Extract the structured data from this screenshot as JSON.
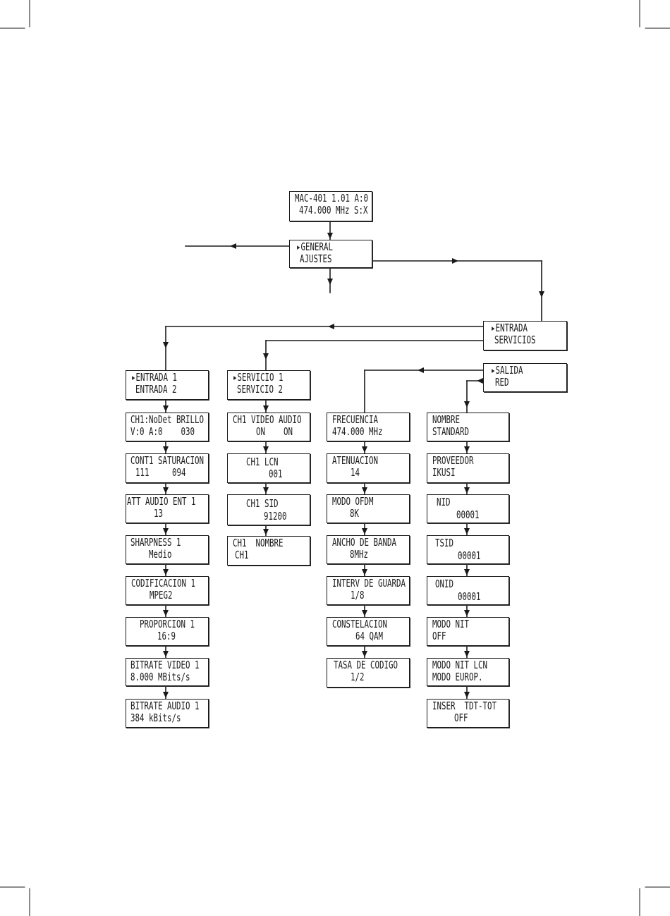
{
  "menu": {
    "root": {
      "line1": "MAC-401 1.01 A:0",
      "line2": "474.000 MHz S:X"
    },
    "general": {
      "line1": "▸GENERAL",
      "line2": "AJUSTES"
    },
    "entrada_servicios": {
      "line1": "▸ENTRADA",
      "line2": "SERVICIOS"
    },
    "salida_red": {
      "line1": "▸SALIDA",
      "line2": "RED"
    }
  },
  "entrada": [
    {
      "line1": "▸ENTRADA 1",
      "line2": "ENTRADA 2"
    },
    {
      "line1": "CH1:NoDet BRILLO",
      "line2": "V:0 A:0    030"
    },
    {
      "line1": "CONT1 SATURACION",
      "line2": "111     094"
    },
    {
      "line1": "ATT AUDIO ENT 1",
      "line2": "13"
    },
    {
      "line1": "SHARPNESS 1",
      "line2": "Medio"
    },
    {
      "line1": "CODIFICACION 1",
      "line2": "MPEG2"
    },
    {
      "line1": "PROPORCION 1",
      "line2": "16:9"
    },
    {
      "line1": "BITRATE VIDEO 1",
      "line2": "8.000 MBits/s"
    },
    {
      "line1": "BITRATE AUDIO 1",
      "line2": "384 kBits/s"
    }
  ],
  "servicio": [
    {
      "line1": "▸SERVICIO 1",
      "line2": "SERVICIO 2"
    },
    {
      "line1": "CH1 VIDEO AUDIO",
      "line2": "ON    ON"
    },
    {
      "line1": "CH1 LCN",
      "line2": "001"
    },
    {
      "line1": "CH1 SID",
      "line2": "91200"
    },
    {
      "line1": "CH1  NOMBRE",
      "line2": "CH1"
    }
  ],
  "salida": [
    {
      "line1": "FRECUENCIA",
      "line2": "474.000 MHz"
    },
    {
      "line1": "ATENUACION",
      "line2": "14"
    },
    {
      "line1": "MODO OFDM",
      "line2": "8K"
    },
    {
      "line1": "ANCHO DE BANDA",
      "line2": "8MHz"
    },
    {
      "line1": "INTERV DE GUARDA",
      "line2": "1/8"
    },
    {
      "line1": "CONSTELACION",
      "line2": "64 QAM"
    },
    {
      "line1": "TASA DE CODIGO",
      "line2": "1/2"
    }
  ],
  "red": [
    {
      "line1": "NOMBRE",
      "line2": "STANDARD"
    },
    {
      "line1": "PROVEEDOR",
      "line2": "IKUSI"
    },
    {
      "line1": "NID",
      "line2": "00001"
    },
    {
      "line1": "TSID",
      "line2": "00001"
    },
    {
      "line1": "ONID",
      "line2": "00001"
    },
    {
      "line1": "MODO NIT",
      "line2": "OFF"
    },
    {
      "line1": "MODO NIT LCN",
      "line2": "MODO EUROP."
    },
    {
      "line1": "INSER  TDT-TOT",
      "line2": "OFF"
    }
  ],
  "colors": {
    "ink": "#1a1a1a",
    "background": "#ffffff"
  }
}
